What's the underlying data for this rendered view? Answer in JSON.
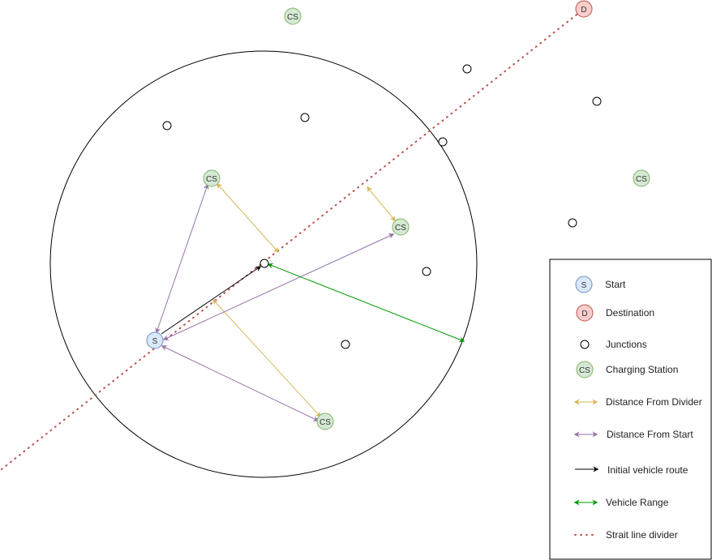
{
  "colors": {
    "start_fill": "#dae8fc",
    "start_stroke": "#6c8ebf",
    "dest_fill": "#f8cecc",
    "dest_stroke": "#b85450",
    "cs_fill": "#d5e8d4",
    "cs_stroke": "#82b366",
    "junction_stroke": "#000000",
    "divider_dist": "#d6b656",
    "start_dist": "#9673a6",
    "route": "#000000",
    "range": "#009900",
    "strait_line": "#b85450",
    "range_circle": "#000000"
  },
  "nodes": {
    "start_label": "S",
    "dest_label": "D",
    "cs_label": "CS"
  },
  "legend": {
    "items": [
      {
        "key": "start",
        "symbol": "S",
        "label": "Start"
      },
      {
        "key": "destination",
        "symbol": "D",
        "label": "Destination"
      },
      {
        "key": "junctions",
        "symbol": "",
        "label": "Junctions"
      },
      {
        "key": "charging_station",
        "symbol": "CS",
        "label": "Charging Station"
      },
      {
        "key": "divider_distance",
        "symbol": "",
        "label": "Distance From Divider"
      },
      {
        "key": "start_distance",
        "symbol": "",
        "label": "Distance From Start"
      },
      {
        "key": "route",
        "symbol": "",
        "label": "Initial vehicle route"
      },
      {
        "key": "range",
        "symbol": "",
        "label": "Vehicle Range"
      },
      {
        "key": "divider",
        "symbol": "",
        "label": "Strait line divider"
      }
    ]
  }
}
